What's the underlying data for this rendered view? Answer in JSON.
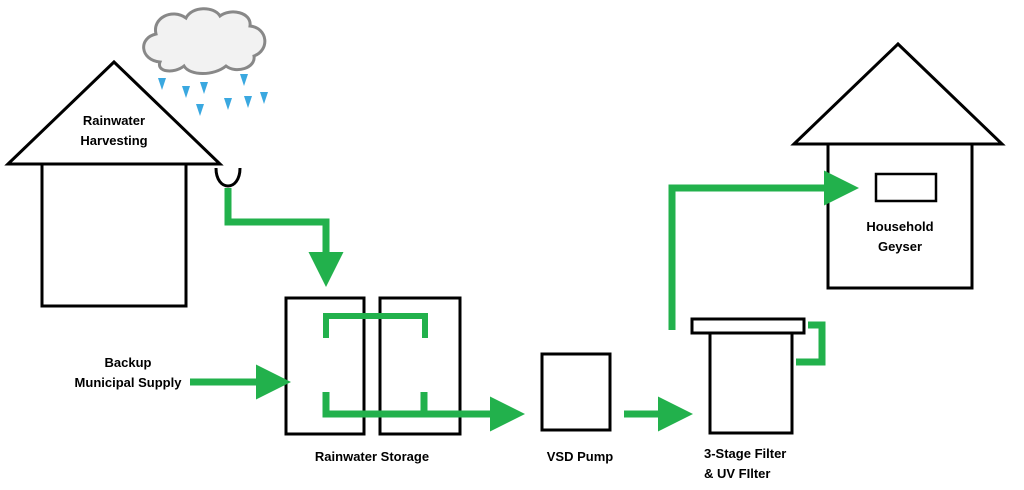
{
  "labels": {
    "harvest_line1": "Rainwater",
    "harvest_line2": "Harvesting",
    "backup_line1": "Backup",
    "backup_line2": "Municipal Supply",
    "storage": "Rainwater Storage",
    "pump": "VSD Pump",
    "filter_line1": "3-Stage Filter",
    "filter_line2": "& UV FIlter",
    "geyser_line1": "Household",
    "geyser_line2": "Geyser"
  },
  "colors": {
    "pipe": "#22b14c",
    "rain": "#3aa8e0",
    "cloud_fill": "#f2f2f2",
    "cloud_stroke": "#888888",
    "outline": "#000000"
  },
  "icons": [
    "cloud-icon",
    "raindrop-icon",
    "house-icon",
    "gutter-icon",
    "tank-icon",
    "pump-icon",
    "filter-icon",
    "geyser-icon",
    "arrowhead-icon"
  ]
}
